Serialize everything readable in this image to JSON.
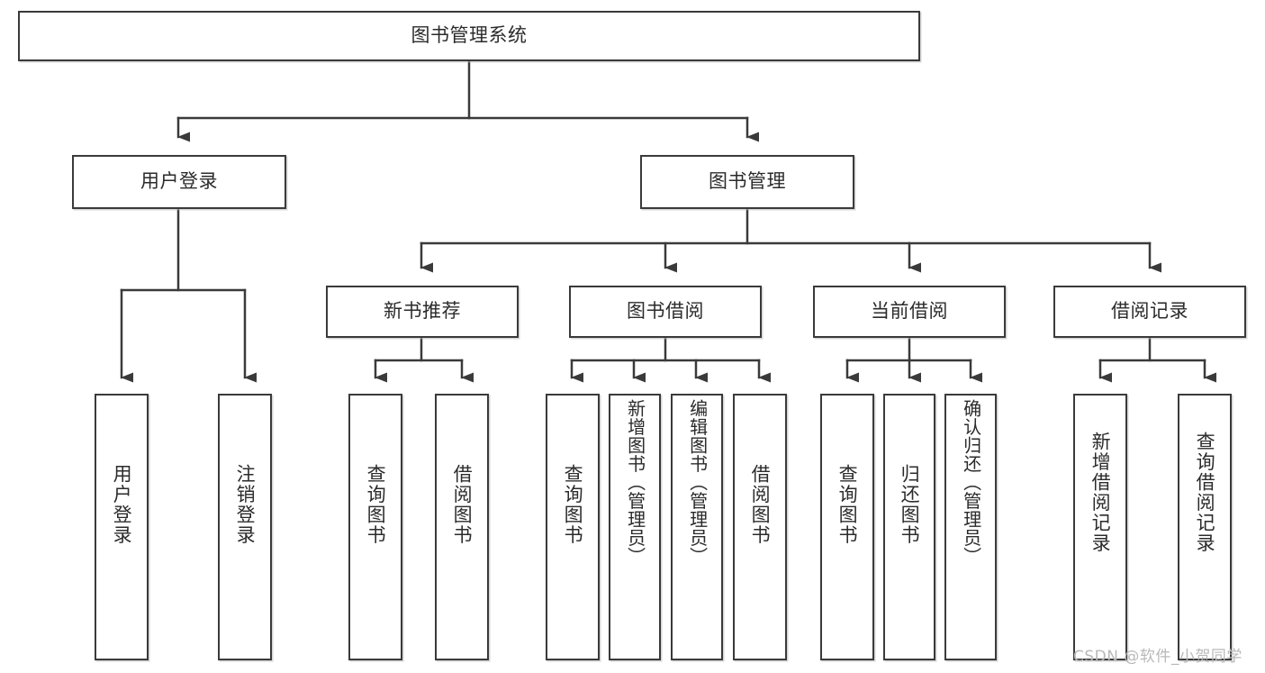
{
  "diagram": {
    "title": "图书管理系统",
    "type": "tree-hierarchy",
    "stroke_color": "#3a3a3a",
    "text_color": "#2b2b2b",
    "background_color": "#ffffff"
  },
  "nodes": {
    "root": {
      "label": "图书管理系统"
    },
    "level2": [
      {
        "id": "user-login",
        "label": "用户登录"
      },
      {
        "id": "book-management",
        "label": "图书管理"
      }
    ],
    "level3": [
      {
        "id": "new-book-recommend",
        "label": "新书推荐"
      },
      {
        "id": "book-borrow",
        "label": "图书借阅"
      },
      {
        "id": "current-borrow",
        "label": "当前借阅"
      },
      {
        "id": "borrow-record",
        "label": "借阅记录"
      }
    ],
    "leaves": {
      "user-login": [
        {
          "id": "leaf-user-login",
          "label": "用户登录"
        },
        {
          "id": "leaf-logout-login",
          "label": "注销登录"
        }
      ],
      "new-book-recommend": [
        {
          "id": "leaf-query-book-1",
          "label": "查询图书"
        },
        {
          "id": "leaf-borrow-book-1",
          "label": "借阅图书"
        }
      ],
      "book-borrow": [
        {
          "id": "leaf-query-book-2",
          "label": "查询图书"
        },
        {
          "id": "leaf-add-book",
          "label": "新增图书（管理员）"
        },
        {
          "id": "leaf-edit-book",
          "label": "编辑图书（管理员）"
        },
        {
          "id": "leaf-borrow-book-2",
          "label": "借阅图书"
        }
      ],
      "current-borrow": [
        {
          "id": "leaf-query-book-3",
          "label": "查询图书"
        },
        {
          "id": "leaf-return-book",
          "label": "归还图书"
        },
        {
          "id": "leaf-confirm-return",
          "label": "确认归还（管理员）"
        }
      ],
      "borrow-record": [
        {
          "id": "leaf-add-record",
          "label": "新增借阅记录"
        },
        {
          "id": "leaf-query-record",
          "label": "查询借阅记录"
        }
      ]
    }
  },
  "watermark": {
    "text": "CSDN @软件_小贺同学",
    "color": "#b9b9b9"
  }
}
